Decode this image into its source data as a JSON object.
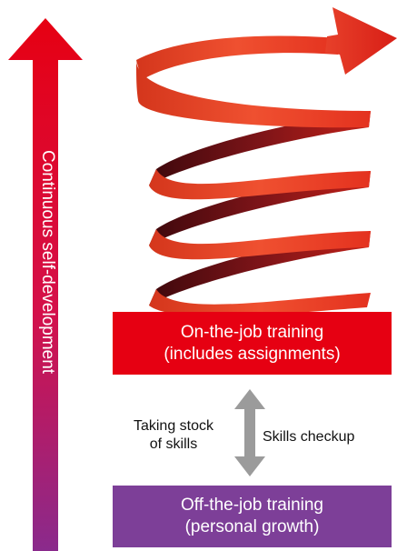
{
  "vertical_arrow": {
    "label": "Continuous self-development"
  },
  "on_the_job": {
    "line1": "On-the-job training",
    "line2": "(includes assignments)"
  },
  "off_the_job": {
    "line1": "Off-the-job training",
    "line2": "(personal growth)"
  },
  "exchange": {
    "left_line1": "Taking stock",
    "left_line2": "of skills",
    "right": "Skills checkup"
  },
  "colors": {
    "red": "#e60012",
    "purple": "#7d3f98",
    "spiral_light": "#ee4a2c",
    "spiral_dark": "#5a0d12",
    "gray_arrow": "#9b9b9b"
  }
}
